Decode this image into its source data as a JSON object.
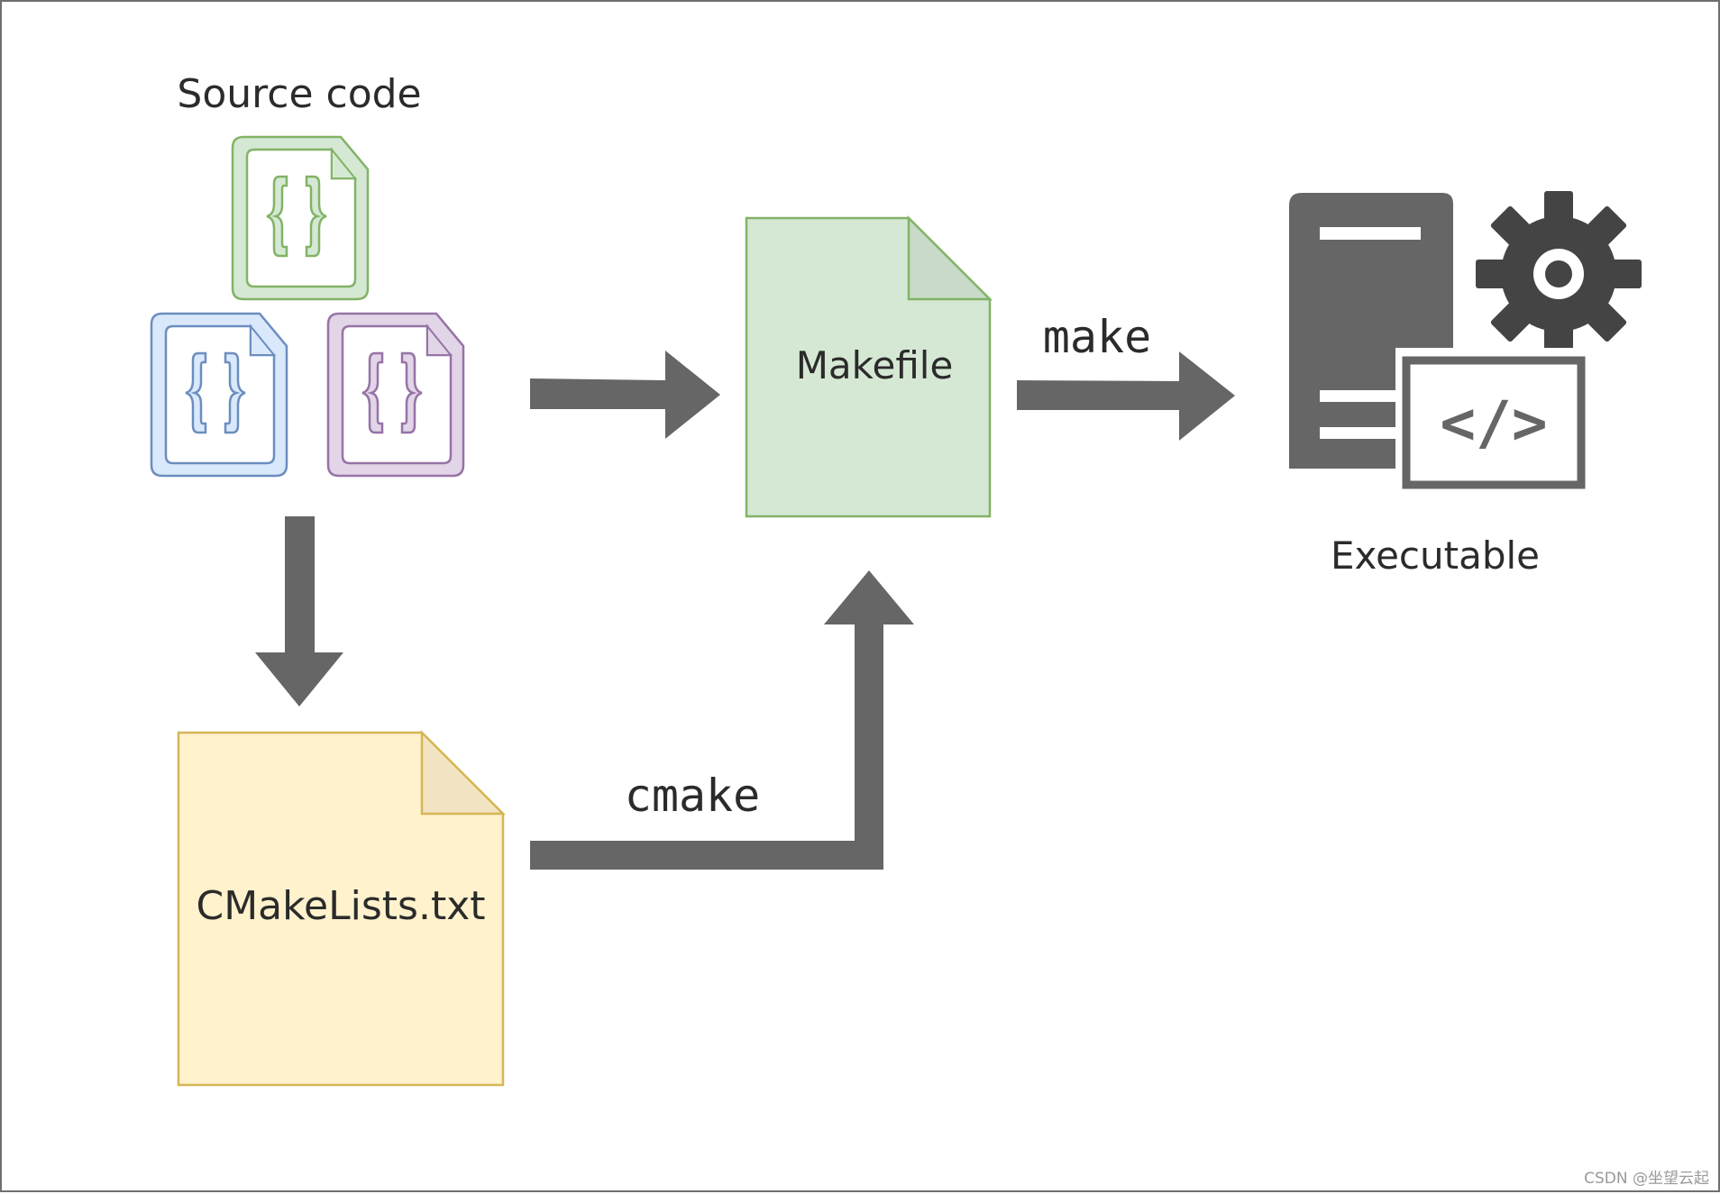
{
  "labels": {
    "source_code": "Source code",
    "makefile": "Makefile",
    "cmakelists": "CMakeLists.txt",
    "executable": "Executable",
    "make": "make",
    "cmake": "cmake",
    "code_tag": "</>",
    "watermark": "CSDN @坐望云起"
  },
  "icons": {
    "source_file_1": "curly-braces-file-icon",
    "source_file_2": "curly-braces-file-icon",
    "source_file_3": "curly-braces-file-icon",
    "server": "server-icon",
    "gear": "gear-icon",
    "code_window": "code-window-icon"
  },
  "colors": {
    "arrow": "#666666",
    "green_fill": "#d5e8d4",
    "green_stroke": "#82b366",
    "blue_fill": "#dae8fc",
    "blue_stroke": "#6c8ebf",
    "purple_fill": "#e1d5e7",
    "purple_stroke": "#9673a6",
    "yellow_fill": "#fff2cc",
    "yellow_stroke": "#d6b656",
    "server": "#666666",
    "gear": "#444444"
  }
}
